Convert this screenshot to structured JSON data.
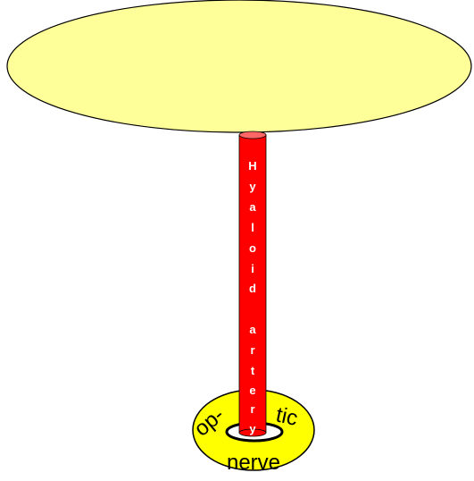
{
  "labels": {
    "artery_letters": [
      "H",
      "y",
      "a",
      "l",
      "o",
      "i",
      "d",
      "a",
      "r",
      "t",
      "e",
      "r",
      "y"
    ],
    "optic_left": "op-",
    "optic_right": "tic",
    "nerve": "nerve"
  },
  "colors": {
    "lens_fill": "#ffff99",
    "artery_fill": "#ff0000",
    "artery_cap": "#ff6666",
    "ring_fill": "#ffff00",
    "stroke": "#000000",
    "artery_text": "#ffffff"
  }
}
